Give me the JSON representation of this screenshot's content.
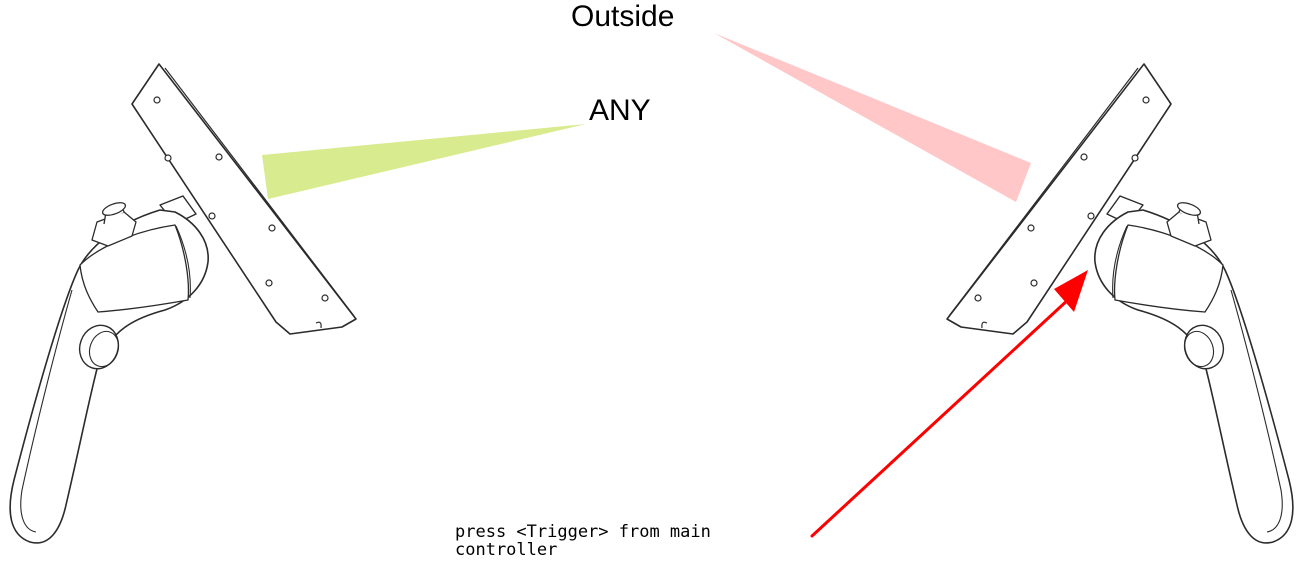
{
  "labels": {
    "outside": "Outside",
    "any": "ANY",
    "instruction": "press <Trigger> from main controller"
  },
  "colors": {
    "any_beam": "#d8eb8e",
    "outside_beam": "#ffc7c7",
    "arrow": "#ff0000",
    "outline": "#2b2b2b"
  }
}
